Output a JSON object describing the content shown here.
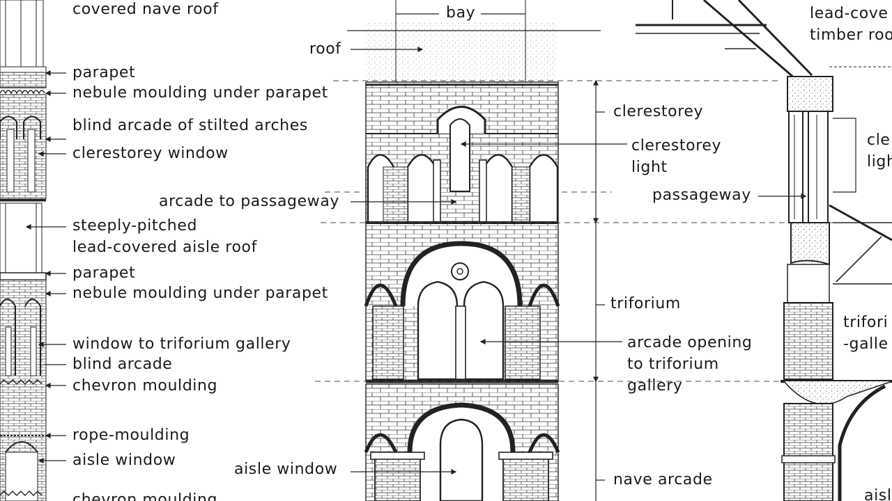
{
  "labels": {
    "covered_nave_roof": "covered nave roof",
    "parapet_upper": "parapet",
    "nebule_upper": "nebule moulding under parapet",
    "blind_arcade_stilted": "blind arcade of stilted arches",
    "clerestorey_window": "clerestorey window",
    "steeply_pitched": "steeply-pitched\nlead-covered aisle roof",
    "parapet_lower": "parapet",
    "nebule_lower": "nebule moulding under parapet",
    "window_triforium_gallery": "window to triforium gallery",
    "blind_arcade": "blind arcade",
    "chevron_moulding": "chevron moulding",
    "rope_moulding": "rope-moulding",
    "aisle_window_left": "aisle window",
    "chevron_moulding_bottom": "chevron moulding",
    "bay": "bay",
    "roof": "roof",
    "arcade_to_passageway": "arcade to passageway",
    "aisle_window_center": "aisle window",
    "clerestorey": "clerestorey",
    "clerestorey_light": "clerestorey\nlight",
    "triforium": "triforium",
    "arcade_opening": "arcade opening\nto triforium\ngallery",
    "nave_arcade": "nave arcade",
    "passageway": "passageway",
    "lead_covered_timber_roof": "lead-cove\ntimber roo",
    "clerestorey_light_right": "cle\nligh",
    "triforium_gallery_right": "trifori\n-galle",
    "aisle_right": "aisl"
  },
  "colors": {
    "ink": "#1a1a1a",
    "stone": "#ffffff",
    "stipple": "#8a8a8a"
  }
}
